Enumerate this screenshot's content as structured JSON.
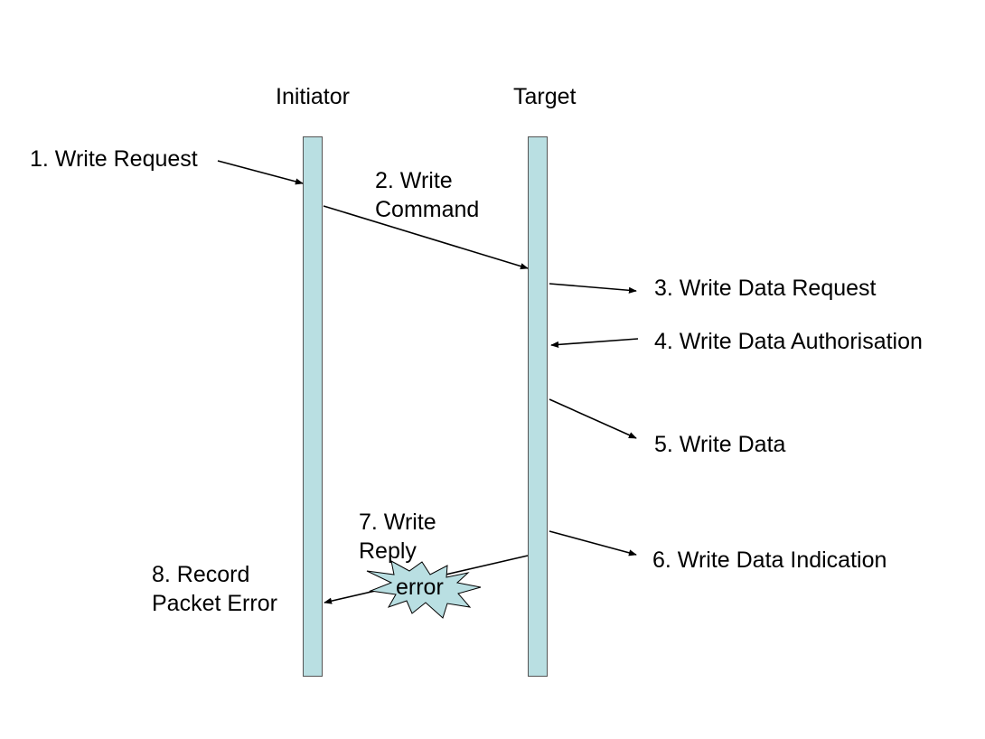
{
  "participants": {
    "initiator": "Initiator",
    "target": "Target"
  },
  "steps": {
    "s1": "1. Write Request",
    "s2_line1": "2. Write",
    "s2_line2": "Command",
    "s3": "3. Write Data Request",
    "s4": "4. Write Data Authorisation",
    "s5": "5. Write Data",
    "s6": "6. Write Data Indication",
    "s7_line1": "7. Write",
    "s7_line2": "Reply",
    "s8_line1": "8. Record",
    "s8_line2": "Packet Error"
  },
  "error_burst": {
    "label": "error"
  },
  "colors": {
    "lifeline_fill": "#b9dfe2",
    "error_fill": "#b9dfe2",
    "arrow": "#000000"
  }
}
